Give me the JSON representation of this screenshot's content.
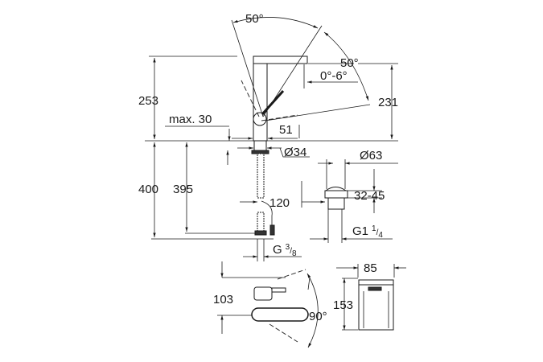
{
  "side_view": {
    "swing_angle_top": "50°",
    "lever_angle": "50°",
    "spout_tilt": "0°-6°",
    "height_total": "253",
    "height_outlet": "231",
    "max_deck_thickness": "max. 30",
    "projection": "51",
    "body_diameter": "Ø34"
  },
  "below_deck": {
    "hose_length": "400",
    "hose_depth": "395",
    "hose_offset": "120",
    "connection_main": "G",
    "connection_num": "3",
    "connection_den": "8"
  },
  "waste": {
    "diameter": "Ø63",
    "deck_range": "32-45",
    "thread_main": "G1",
    "thread_num": "1",
    "thread_den": "4"
  },
  "top_view": {
    "depth": "103",
    "rotation": "90°"
  },
  "box": {
    "width": "85",
    "height": "153"
  }
}
